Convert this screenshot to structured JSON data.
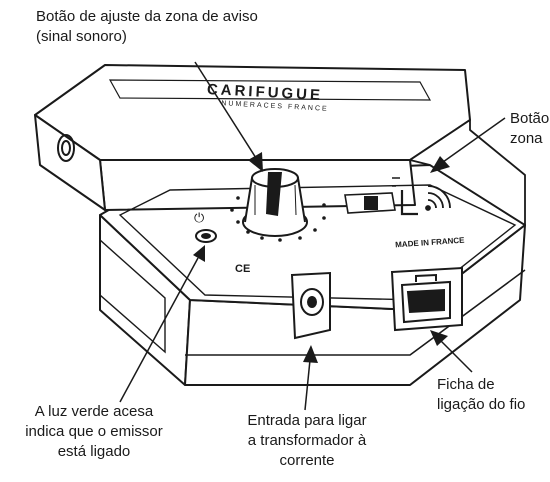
{
  "labels": {
    "adjust_zone_button": {
      "line1": "Botão de ajuste da zona de aviso",
      "line2": "(sinal sonoro)"
    },
    "zone_button_cut": {
      "line1": "Botão",
      "line2": "zona"
    },
    "green_light": {
      "line1": "A luz verde acesa",
      "line2": "indica que o emissor",
      "line3": "está ligado"
    },
    "power_input": {
      "line1": "Entrada para ligar",
      "line2": "a transformador à",
      "line3": "corrente"
    },
    "wire_plug": {
      "line1": "Ficha de",
      "line2": "ligação do fio"
    }
  },
  "device_print": {
    "brand": "CARIFUGUE",
    "brand_sub": "NUMERACES FRANCE",
    "made_in": "MADE IN FRANCE",
    "ce_mark": "CE"
  },
  "colors": {
    "line": "#1a1a1a",
    "background": "#ffffff"
  }
}
